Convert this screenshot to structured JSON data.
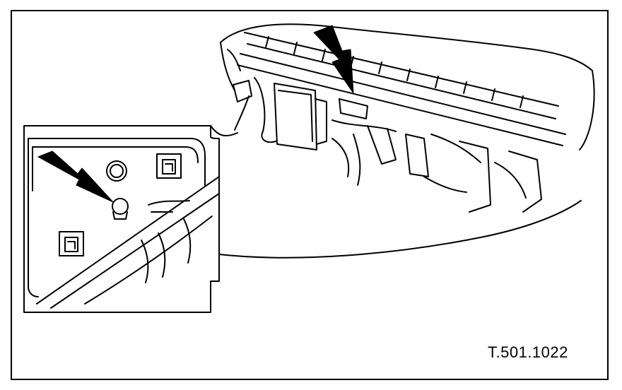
{
  "figure": {
    "reference": "T.501.1022",
    "ink_color": "#000000",
    "paper_color": "#ffffff"
  },
  "callouts": [
    {
      "id": "arrow-main",
      "icon": "black-arrow-icon"
    },
    {
      "id": "arrow-inset",
      "icon": "black-arrow-icon"
    }
  ]
}
